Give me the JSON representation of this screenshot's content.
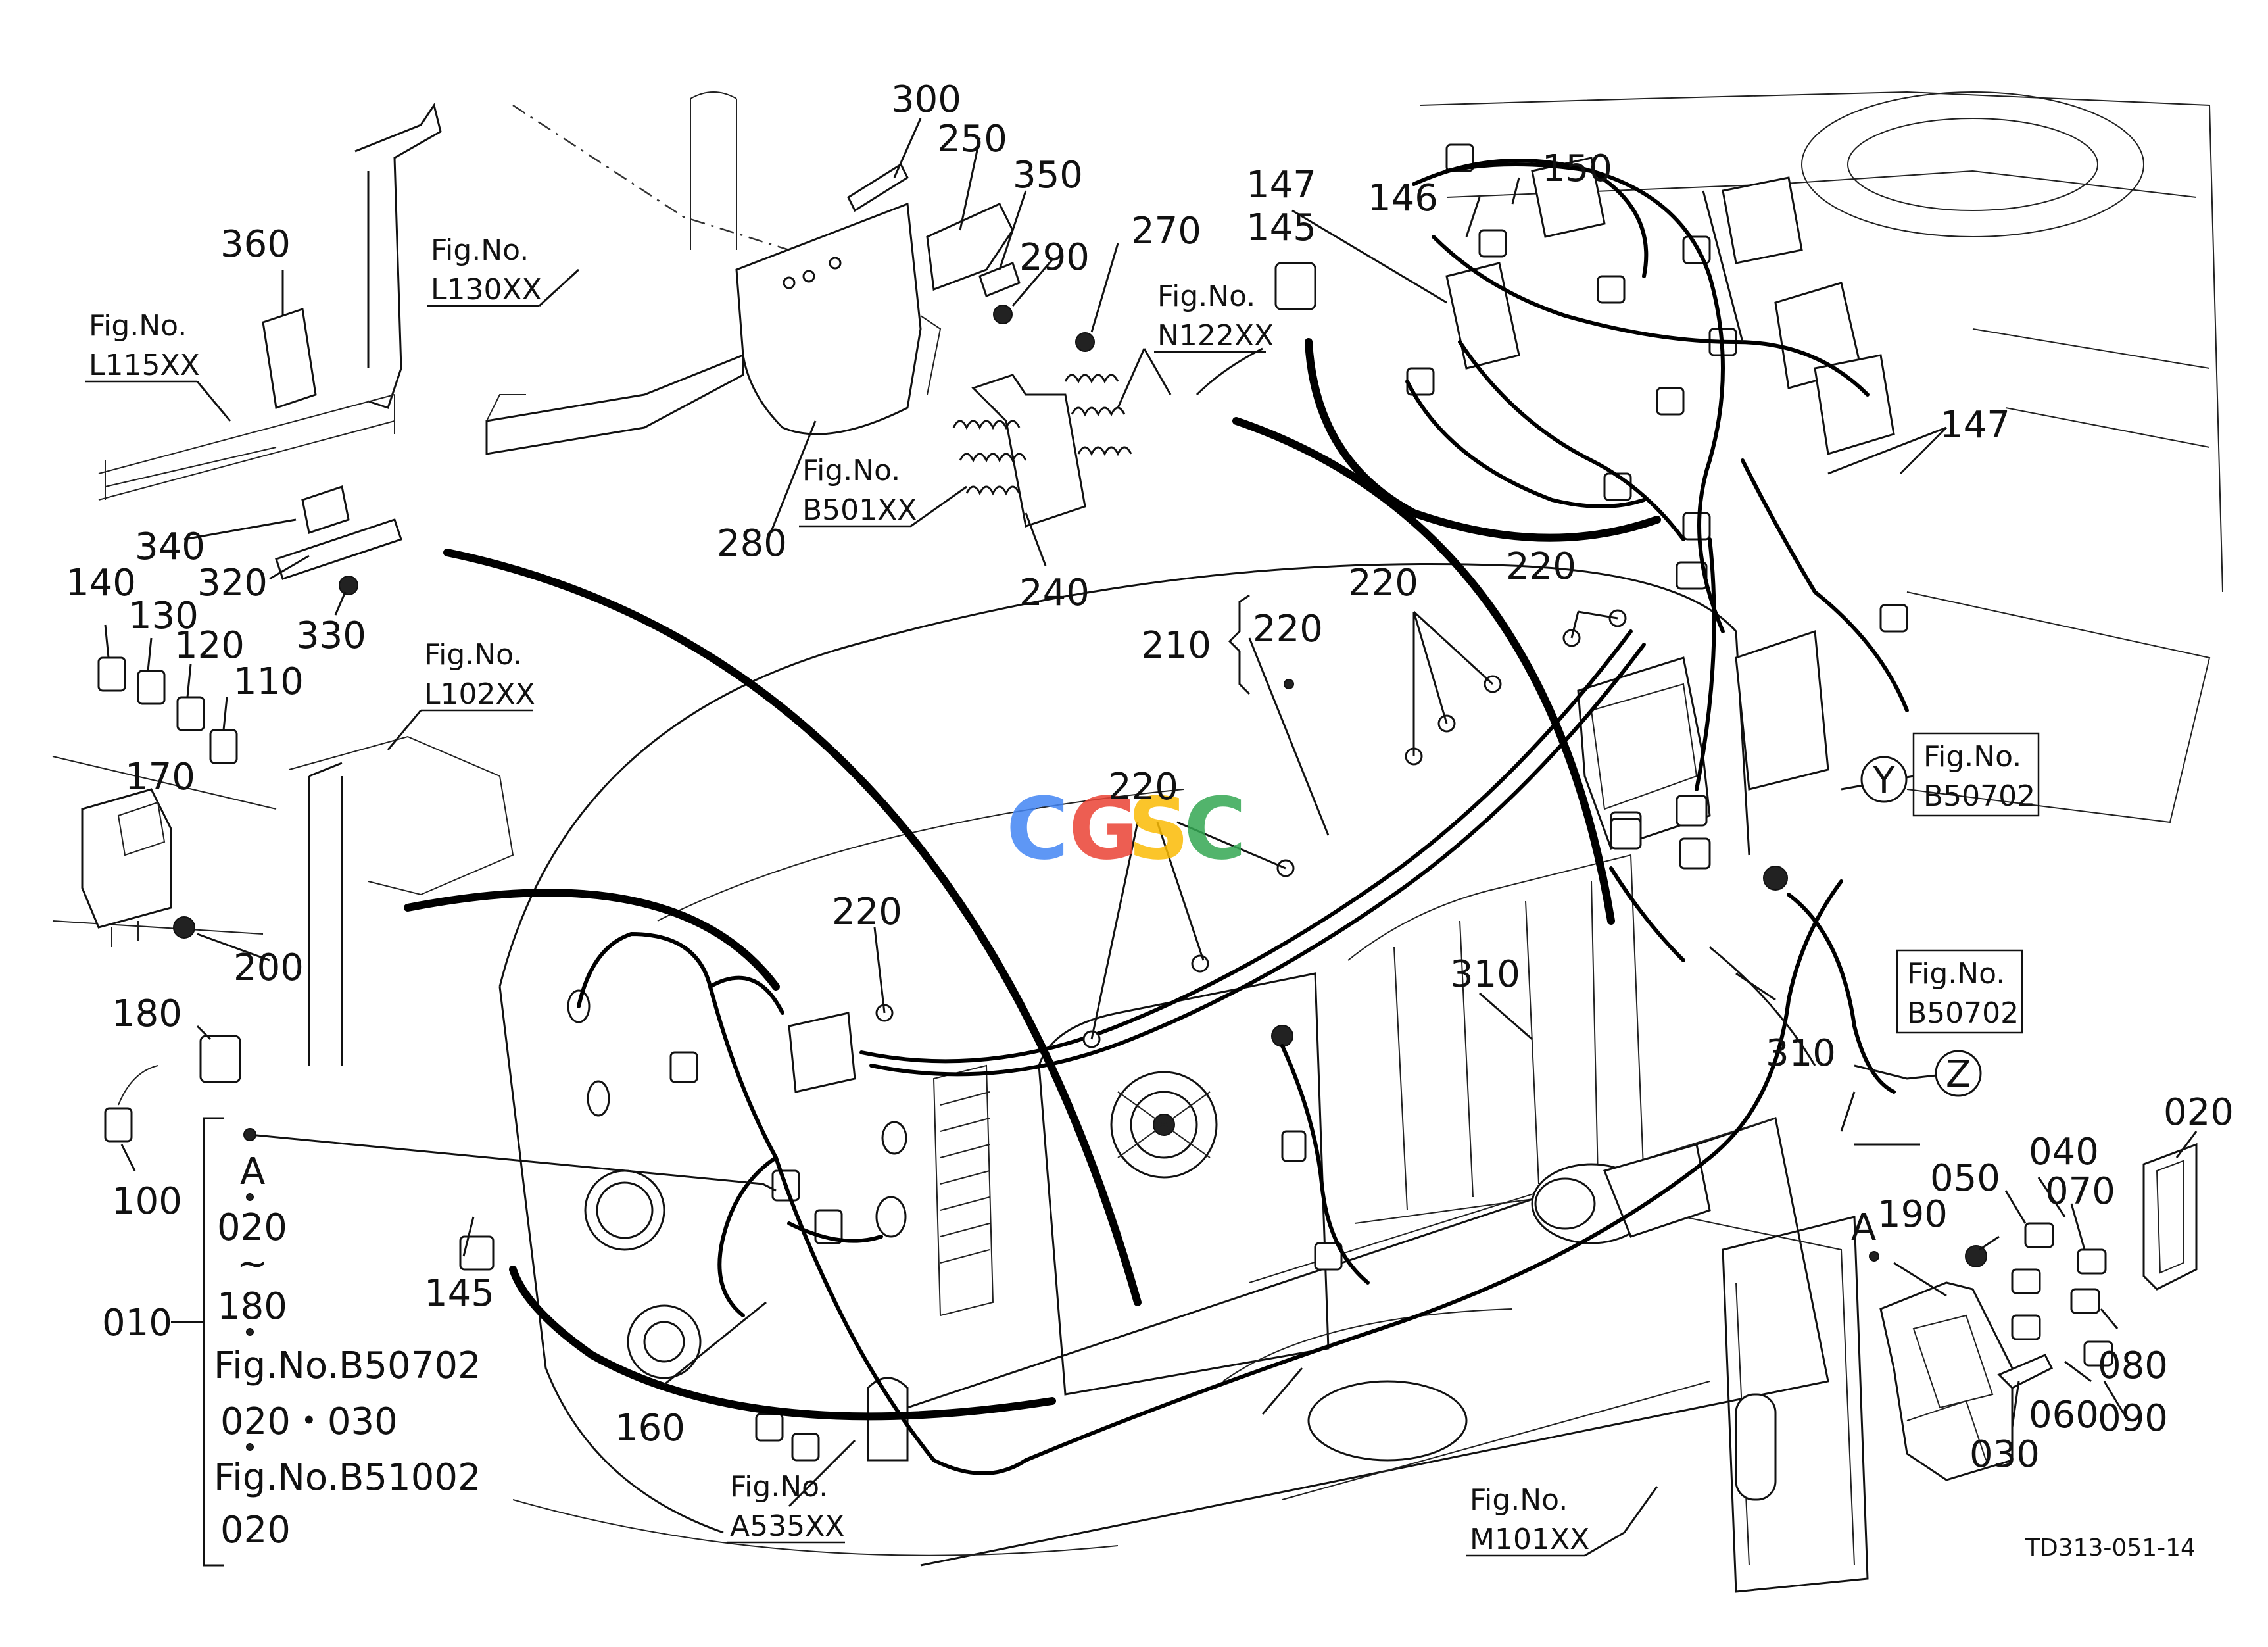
{
  "drawing_id": "TD313-051-14",
  "watermark": "CGSC",
  "watermark_colors": [
    "#4285F4",
    "#EA4335",
    "#FBBC05",
    "#34A853"
  ],
  "fig_refs": [
    {
      "key": "l130",
      "line1": "Fig.No.",
      "line2": "L130XX"
    },
    {
      "key": "l115",
      "line1": "Fig.No.",
      "line2": "L115XX"
    },
    {
      "key": "b501",
      "line1": "Fig.No.",
      "line2": "B501XX"
    },
    {
      "key": "n122",
      "line1": "Fig.No.",
      "line2": "N122XX"
    },
    {
      "key": "l102",
      "line1": "Fig.No.",
      "line2": "L102XX"
    },
    {
      "key": "a535",
      "line1": "Fig.No.",
      "line2": "A535XX"
    },
    {
      "key": "m101",
      "line1": "Fig.No.",
      "line2": "M101XX"
    },
    {
      "key": "b50702y",
      "line1": "Fig.No.",
      "line2": "B50702"
    },
    {
      "key": "b50702z",
      "line1": "Fig.No.",
      "line2": "B50702"
    }
  ],
  "part_numbers": [
    "300",
    "250",
    "350",
    "290",
    "270",
    "280",
    "240",
    "360",
    "340",
    "320",
    "330",
    "140",
    "130",
    "120",
    "110",
    "170",
    "200",
    "180",
    "100",
    "147",
    "145",
    "146",
    "150",
    "147",
    "210",
    "220",
    "220",
    "220",
    "220",
    "220",
    "310",
    "310",
    "160",
    "145",
    "020",
    "040",
    "050",
    "070",
    "190",
    "080",
    "060",
    "090",
    "030"
  ],
  "circle_markers": [
    "Y",
    "Z"
  ],
  "callout_letter": "A",
  "legend": {
    "group_number": "010",
    "letter": "A",
    "line_a": "020",
    "tilde": "~",
    "line_b": "180",
    "fig1": "Fig.No.B50702",
    "fig1_parts": "020・030",
    "fig2": "Fig.No.B51002",
    "fig2_parts": "020"
  }
}
